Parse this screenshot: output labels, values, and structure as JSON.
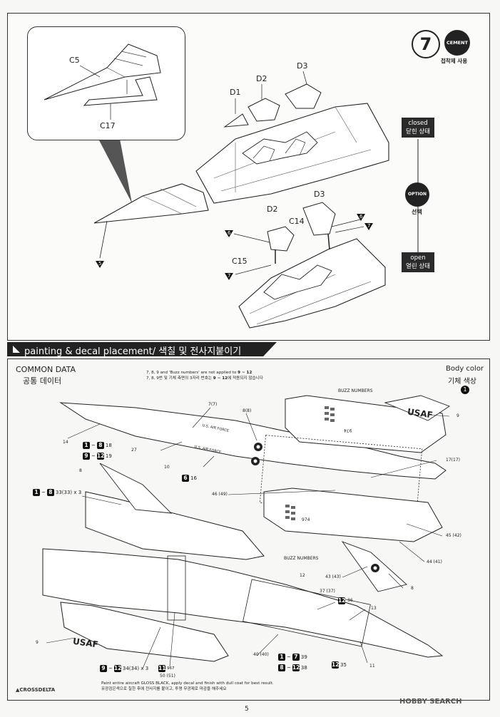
{
  "step": {
    "number": "7",
    "cement_label": "CEMENT",
    "cement_caption": "접착제 사용",
    "parts": {
      "c5": "C5",
      "c17": "C17",
      "d1": "D1",
      "d2": "D2",
      "d3": "D3",
      "d2b": "D2",
      "d3b": "D3",
      "c14": "C14",
      "c15": "C15"
    },
    "ref_marks": {
      "m5": "5",
      "m6a": "6",
      "m7a": "7",
      "m6b": "6",
      "m7b": "7"
    },
    "closed_label": "closed",
    "closed_ko": "닫힌 상태",
    "option_label": "OPTION",
    "option_caption": "선택",
    "open_label": "open",
    "open_ko": "열린 상태"
  },
  "section": {
    "title": "painting & decal placement/ 색칠 및 전사지붙이기"
  },
  "decal": {
    "common_title": "COMMON DATA",
    "common_ko": "공통 데이터",
    "note_en": "7, 8, 9 and 'Buzz numbers' are not applied to",
    "note_en_range": "9 ~ 12",
    "note_ko": "7, 8, 9번 및 기체 측면의 3자리 번호는",
    "note_ko_range": "9 ~ 12",
    "note_ko_end": "에 적용되지 않습니다",
    "body_color": "Body color",
    "body_color_ko": "기체 색상",
    "body_color_mark": "1",
    "buzz_top": "BUZZ NUMBERS",
    "buzz_bottom": "BUZZ NUMBERS",
    "usaf_top": "USAF",
    "usaf_bottom": "USAF",
    "us_air_force_1": "U.S. AIR FORCE",
    "us_air_force_2": "U.S. AIR FORCE",
    "serial_1": "974",
    "serial_2": "974",
    "callouts": {
      "c14": "14",
      "c27": "27",
      "c10": "10",
      "c77": "7(7)",
      "c88": "8(8)",
      "c9a": "9",
      "c1717": "17(17)",
      "c4649": "46 (49)",
      "c4542": "45 (42)",
      "c4441": "44 (41)",
      "c4343": "43 (43)",
      "c8b": "8",
      "c8a": "8",
      "c12": "12",
      "c3737": "37 (37)",
      "c36": "36",
      "c13": "13",
      "c9b": "9",
      "c4040": "40 (40)",
      "c11": "11",
      "c35": "35",
      "c39": "39",
      "c38": "38",
      "c16": "16",
      "c18": "18",
      "c19": "19",
      "c33": "33(33) x 3",
      "c34": "34(34) x 3",
      "c967": "967",
      "c5051": "50 (51)"
    },
    "marks": {
      "m1": "1",
      "m8": "8",
      "m9": "9",
      "m12": "12",
      "m1b": "1",
      "m8b": "8",
      "m6": "6",
      "m9b": "9",
      "m12b": "12",
      "m11": "11",
      "m1c": "1",
      "m7": "7",
      "m8c": "8",
      "m12c": "12",
      "m12d": "12",
      "m12e": "12"
    },
    "footer_en": "Paint entire aircraft GLOSS BLACK, apply decal and finish with dull coat for best result.",
    "footer_ko": "유광검은색으로 칠한 후에 전사지를 붙이고, 투명 무광제로 마감을 해주세요",
    "brand": "CROSSDELTA"
  },
  "page_number": "5",
  "watermark": "HOBBY SEARCH"
}
